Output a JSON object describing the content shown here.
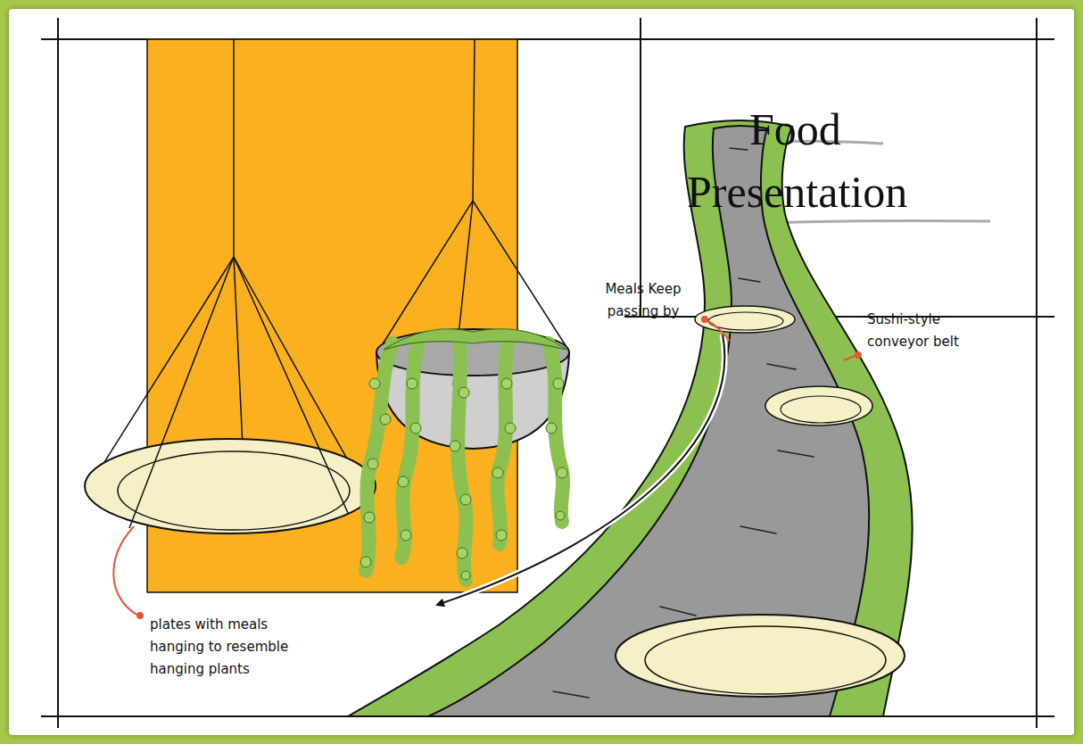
{
  "diagram": {
    "title": "Food Presentation",
    "labels": [
      "Sushi-style conveyor belt",
      "Meals Keep passing by",
      "plates with meals hanging to resemble hanging plants"
    ]
  }
}
